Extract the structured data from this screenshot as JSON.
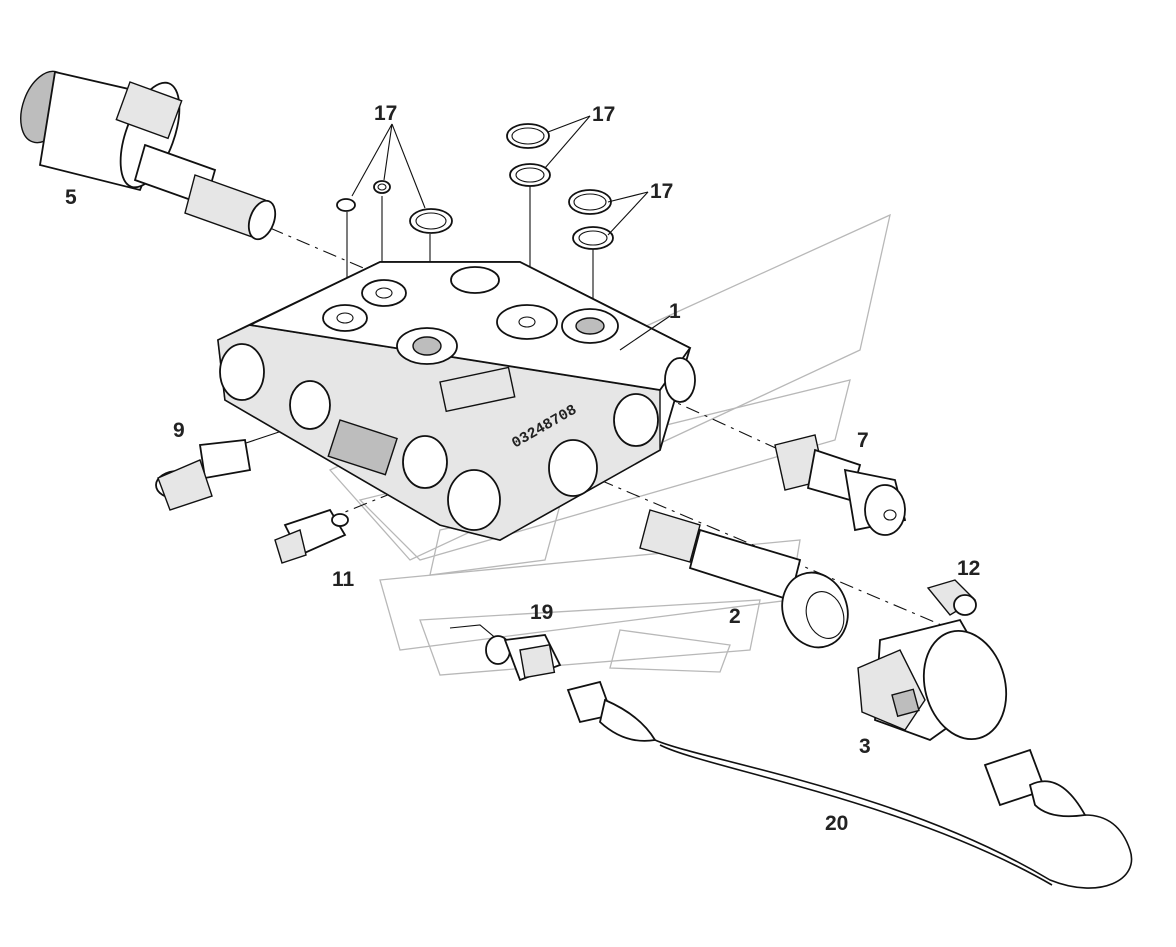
{
  "callouts": [
    {
      "id": "c1",
      "label": "1"
    },
    {
      "id": "c2",
      "label": "2"
    },
    {
      "id": "c3",
      "label": "3"
    },
    {
      "id": "c5",
      "label": "5"
    },
    {
      "id": "c7",
      "label": "7"
    },
    {
      "id": "c9",
      "label": "9"
    },
    {
      "id": "c11",
      "label": "11"
    },
    {
      "id": "c12",
      "label": "12"
    },
    {
      "id": "c17a",
      "label": "17"
    },
    {
      "id": "c17b",
      "label": "17"
    },
    {
      "id": "c17c",
      "label": "17"
    },
    {
      "id": "c19",
      "label": "19"
    },
    {
      "id": "c20",
      "label": "20"
    }
  ],
  "block_stamp": "03248708"
}
